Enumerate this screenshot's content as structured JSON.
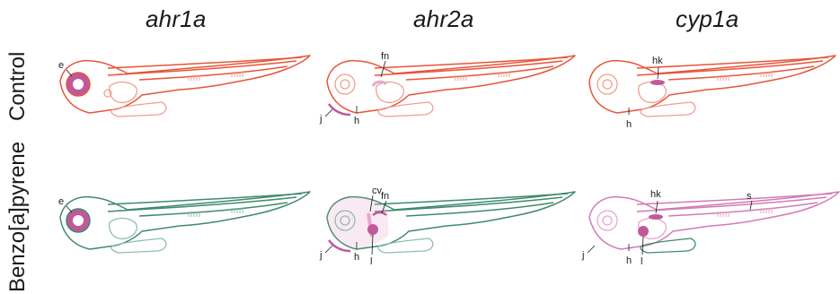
{
  "columns": [
    "ahr1a",
    "ahr2a",
    "cyp1a"
  ],
  "rows": [
    "Control",
    "Benzo[a]pyrene"
  ],
  "colors": {
    "control_outline": "#e8543a",
    "control_inner": "#f0a08e",
    "bap_outline": "#3f8a6b",
    "bap_inner": "#8cc0a8",
    "stain": "#c0599c",
    "stain_light": "#e6a8cf",
    "cyp1a_bap_outline": "#d27ab6",
    "cyp1a_bap_inner": "#e2a9cf"
  },
  "panels": [
    {
      "id": "control-ahr1a",
      "labels": {
        "e": "e"
      }
    },
    {
      "id": "control-ahr2a",
      "labels": {
        "fn": "fn",
        "j": "j",
        "h": "h"
      }
    },
    {
      "id": "control-cyp1a",
      "labels": {
        "hk": "hk",
        "h": "h"
      }
    },
    {
      "id": "bap-ahr1a",
      "labels": {
        "e": "e"
      }
    },
    {
      "id": "bap-ahr2a",
      "labels": {
        "cv": "cv",
        "fn": "fn",
        "j": "j",
        "h": "h",
        "l": "l"
      }
    },
    {
      "id": "bap-cyp1a",
      "labels": {
        "hk": "hk",
        "s": "s",
        "j": "j",
        "h": "h",
        "l": "l"
      }
    }
  ]
}
